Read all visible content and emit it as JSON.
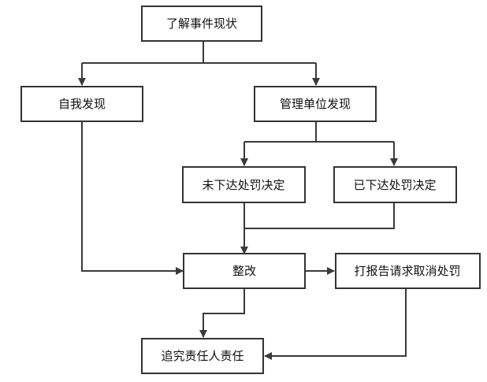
{
  "diagram": {
    "nodes": {
      "understand": "了解事件现状",
      "self_found": "自我发现",
      "mgmt_found": "管理单位发现",
      "not_issued": "未下达处罚决定",
      "issued": "已下达处罚决定",
      "rectify": "整改",
      "report_cancel": "打报告请求取消处罚",
      "accountability": "追究责任人责任"
    }
  }
}
